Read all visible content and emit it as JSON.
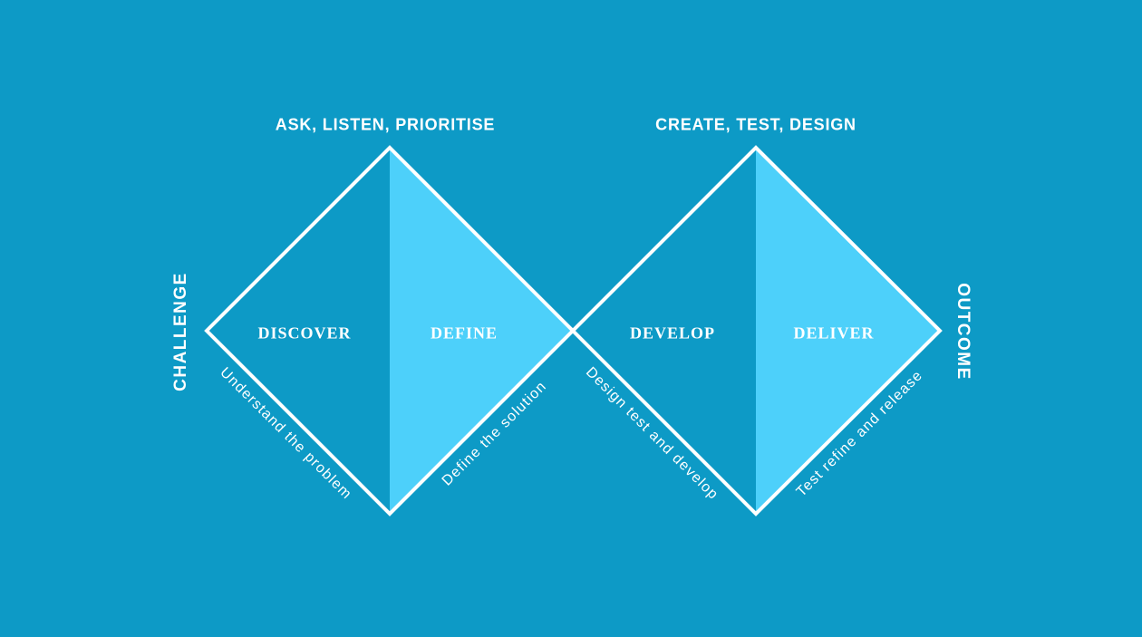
{
  "title": "Double Diamond design process diagram",
  "colors": {
    "background": "#0D9AC6",
    "diamond_light": "#4DD0FA",
    "outline": "#FFFFFF",
    "text": "#FFFFFF"
  },
  "left_axis_label": "CHALLENGE",
  "right_axis_label": "OUTCOME",
  "diamonds": [
    {
      "heading": "ASK, LISTEN, PRIORITISE",
      "left_phase": {
        "label": "DISCOVER",
        "caption": "Understand the problem"
      },
      "right_phase": {
        "label": "DEFINE",
        "caption": "Define the solution"
      }
    },
    {
      "heading": "CREATE, TEST, DESIGN",
      "left_phase": {
        "label": "DEVELOP",
        "caption": "Design test and develop"
      },
      "right_phase": {
        "label": "DELIVER",
        "caption": "Test refine and release"
      }
    }
  ]
}
